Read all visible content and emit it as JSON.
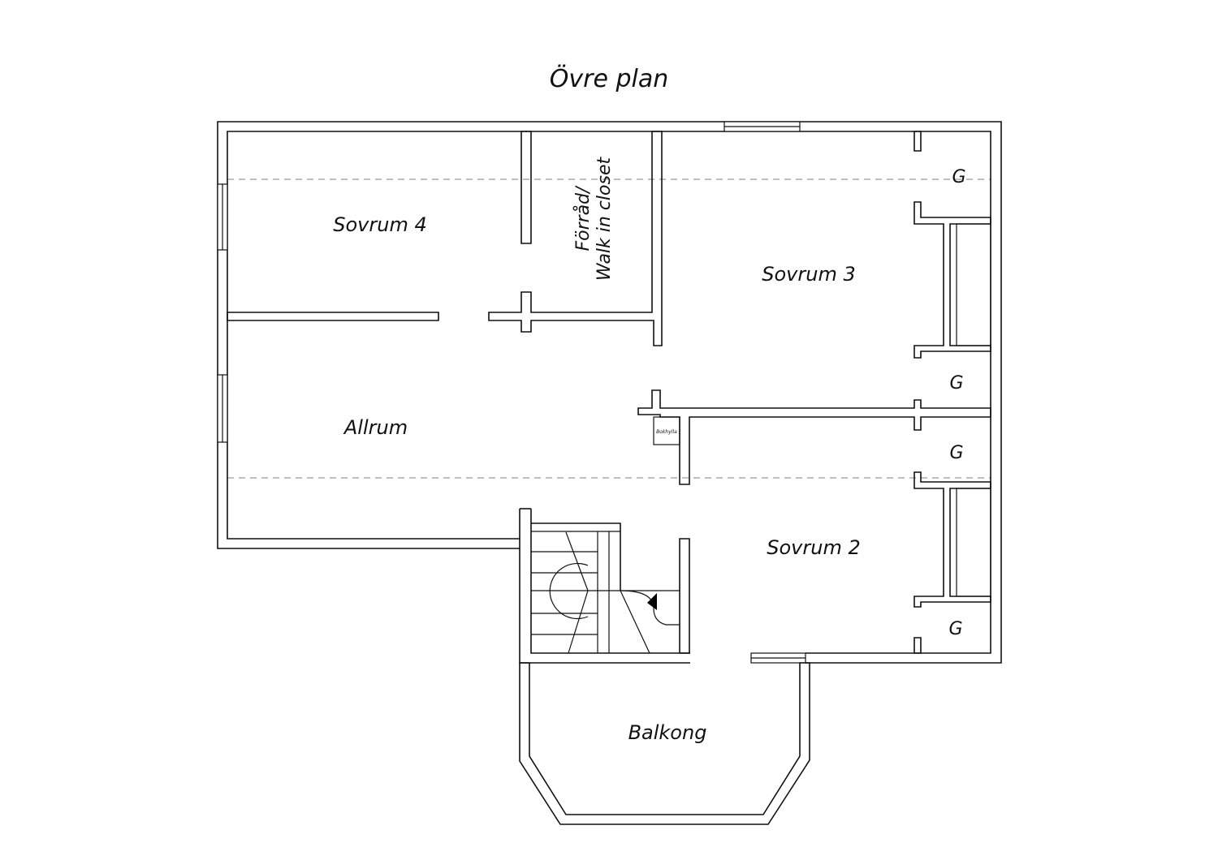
{
  "plan": {
    "title": "Övre plan",
    "rooms": {
      "sovrum4": "Sovrum 4",
      "closet_line1": "Förråd/",
      "closet_line2": "Walk in closet",
      "sovrum3": "Sovrum 3",
      "allrum": "Allrum",
      "sovrum2": "Sovrum 2",
      "balkong": "Balkong"
    },
    "wardrobe_label": "G",
    "bookshelf_label": "Bokhylla"
  }
}
